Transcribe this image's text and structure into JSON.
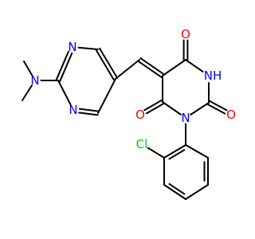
{
  "molecule": {
    "colors": {
      "bond": "#000000",
      "carbon": "#000000",
      "nitrogen": "#0000ff",
      "oxygen": "#ff0000",
      "chlorine": "#00cc00",
      "hydrogen": "#000000"
    },
    "atoms": [
      {
        "id": "pyr_c1",
        "element": "C",
        "label": ""
      },
      {
        "id": "pyr_c2",
        "element": "C",
        "label": ""
      },
      {
        "id": "pyr_n3",
        "element": "N",
        "label": "N"
      },
      {
        "id": "pyr_c4",
        "element": "C",
        "label": ""
      },
      {
        "id": "pyr_n5",
        "element": "N",
        "label": "N"
      },
      {
        "id": "pyr_c6",
        "element": "C",
        "label": ""
      },
      {
        "id": "me2n",
        "element": "N",
        "label": "N"
      },
      {
        "id": "me_a",
        "element": "C",
        "label": ""
      },
      {
        "id": "me_b",
        "element": "C",
        "label": ""
      },
      {
        "id": "exo_c",
        "element": "C",
        "label": ""
      },
      {
        "id": "ring_c5",
        "element": "C",
        "label": ""
      },
      {
        "id": "ring_c4",
        "element": "C",
        "label": ""
      },
      {
        "id": "ring_n3",
        "element": "N",
        "label": "NH"
      },
      {
        "id": "ring_c2",
        "element": "C",
        "label": ""
      },
      {
        "id": "ring_n1",
        "element": "N",
        "label": "N"
      },
      {
        "id": "ring_c6",
        "element": "C",
        "label": ""
      },
      {
        "id": "o4",
        "element": "O",
        "label": "O"
      },
      {
        "id": "o2",
        "element": "O",
        "label": "O"
      },
      {
        "id": "o6",
        "element": "O",
        "label": "O"
      },
      {
        "id": "ph_c1",
        "element": "C",
        "label": ""
      },
      {
        "id": "ph_c2",
        "element": "C",
        "label": ""
      },
      {
        "id": "ph_c3",
        "element": "C",
        "label": ""
      },
      {
        "id": "ph_c4",
        "element": "C",
        "label": ""
      },
      {
        "id": "ph_c5",
        "element": "C",
        "label": ""
      },
      {
        "id": "ph_c6",
        "element": "C",
        "label": ""
      },
      {
        "id": "cl",
        "element": "Cl",
        "label": "Cl"
      }
    ],
    "bonds": [
      {
        "a": "pyr_c1",
        "b": "pyr_c2",
        "order": 2
      },
      {
        "a": "pyr_c2",
        "b": "pyr_n3",
        "order": 1
      },
      {
        "a": "pyr_n3",
        "b": "pyr_c4",
        "order": 2
      },
      {
        "a": "pyr_c4",
        "b": "pyr_n5",
        "order": 1
      },
      {
        "a": "pyr_n5",
        "b": "pyr_c6",
        "order": 2
      },
      {
        "a": "pyr_c6",
        "b": "pyr_c1",
        "order": 1
      },
      {
        "a": "pyr_c4",
        "b": "me2n",
        "order": 1
      },
      {
        "a": "me2n",
        "b": "me_a",
        "order": 1
      },
      {
        "a": "me2n",
        "b": "me_b",
        "order": 1
      },
      {
        "a": "pyr_c1",
        "b": "exo_c",
        "order": 1
      },
      {
        "a": "exo_c",
        "b": "ring_c5",
        "order": 2
      },
      {
        "a": "ring_c5",
        "b": "ring_c4",
        "order": 1
      },
      {
        "a": "ring_c4",
        "b": "ring_n3",
        "order": 1
      },
      {
        "a": "ring_n3",
        "b": "ring_c2",
        "order": 1
      },
      {
        "a": "ring_c2",
        "b": "ring_n1",
        "order": 1
      },
      {
        "a": "ring_n1",
        "b": "ring_c6",
        "order": 1
      },
      {
        "a": "ring_c6",
        "b": "ring_c5",
        "order": 1
      },
      {
        "a": "ring_c4",
        "b": "o4",
        "order": 2
      },
      {
        "a": "ring_c2",
        "b": "o2",
        "order": 2
      },
      {
        "a": "ring_c6",
        "b": "o6",
        "order": 2
      },
      {
        "a": "ring_n1",
        "b": "ph_c1",
        "order": 1
      },
      {
        "a": "ph_c1",
        "b": "ph_c2",
        "order": 2
      },
      {
        "a": "ph_c2",
        "b": "ph_c3",
        "order": 1
      },
      {
        "a": "ph_c3",
        "b": "ph_c4",
        "order": 2
      },
      {
        "a": "ph_c4",
        "b": "ph_c5",
        "order": 1
      },
      {
        "a": "ph_c5",
        "b": "ph_c6",
        "order": 2
      },
      {
        "a": "ph_c6",
        "b": "ph_c1",
        "order": 1
      },
      {
        "a": "ph_c2",
        "b": "cl",
        "order": 1
      }
    ]
  }
}
